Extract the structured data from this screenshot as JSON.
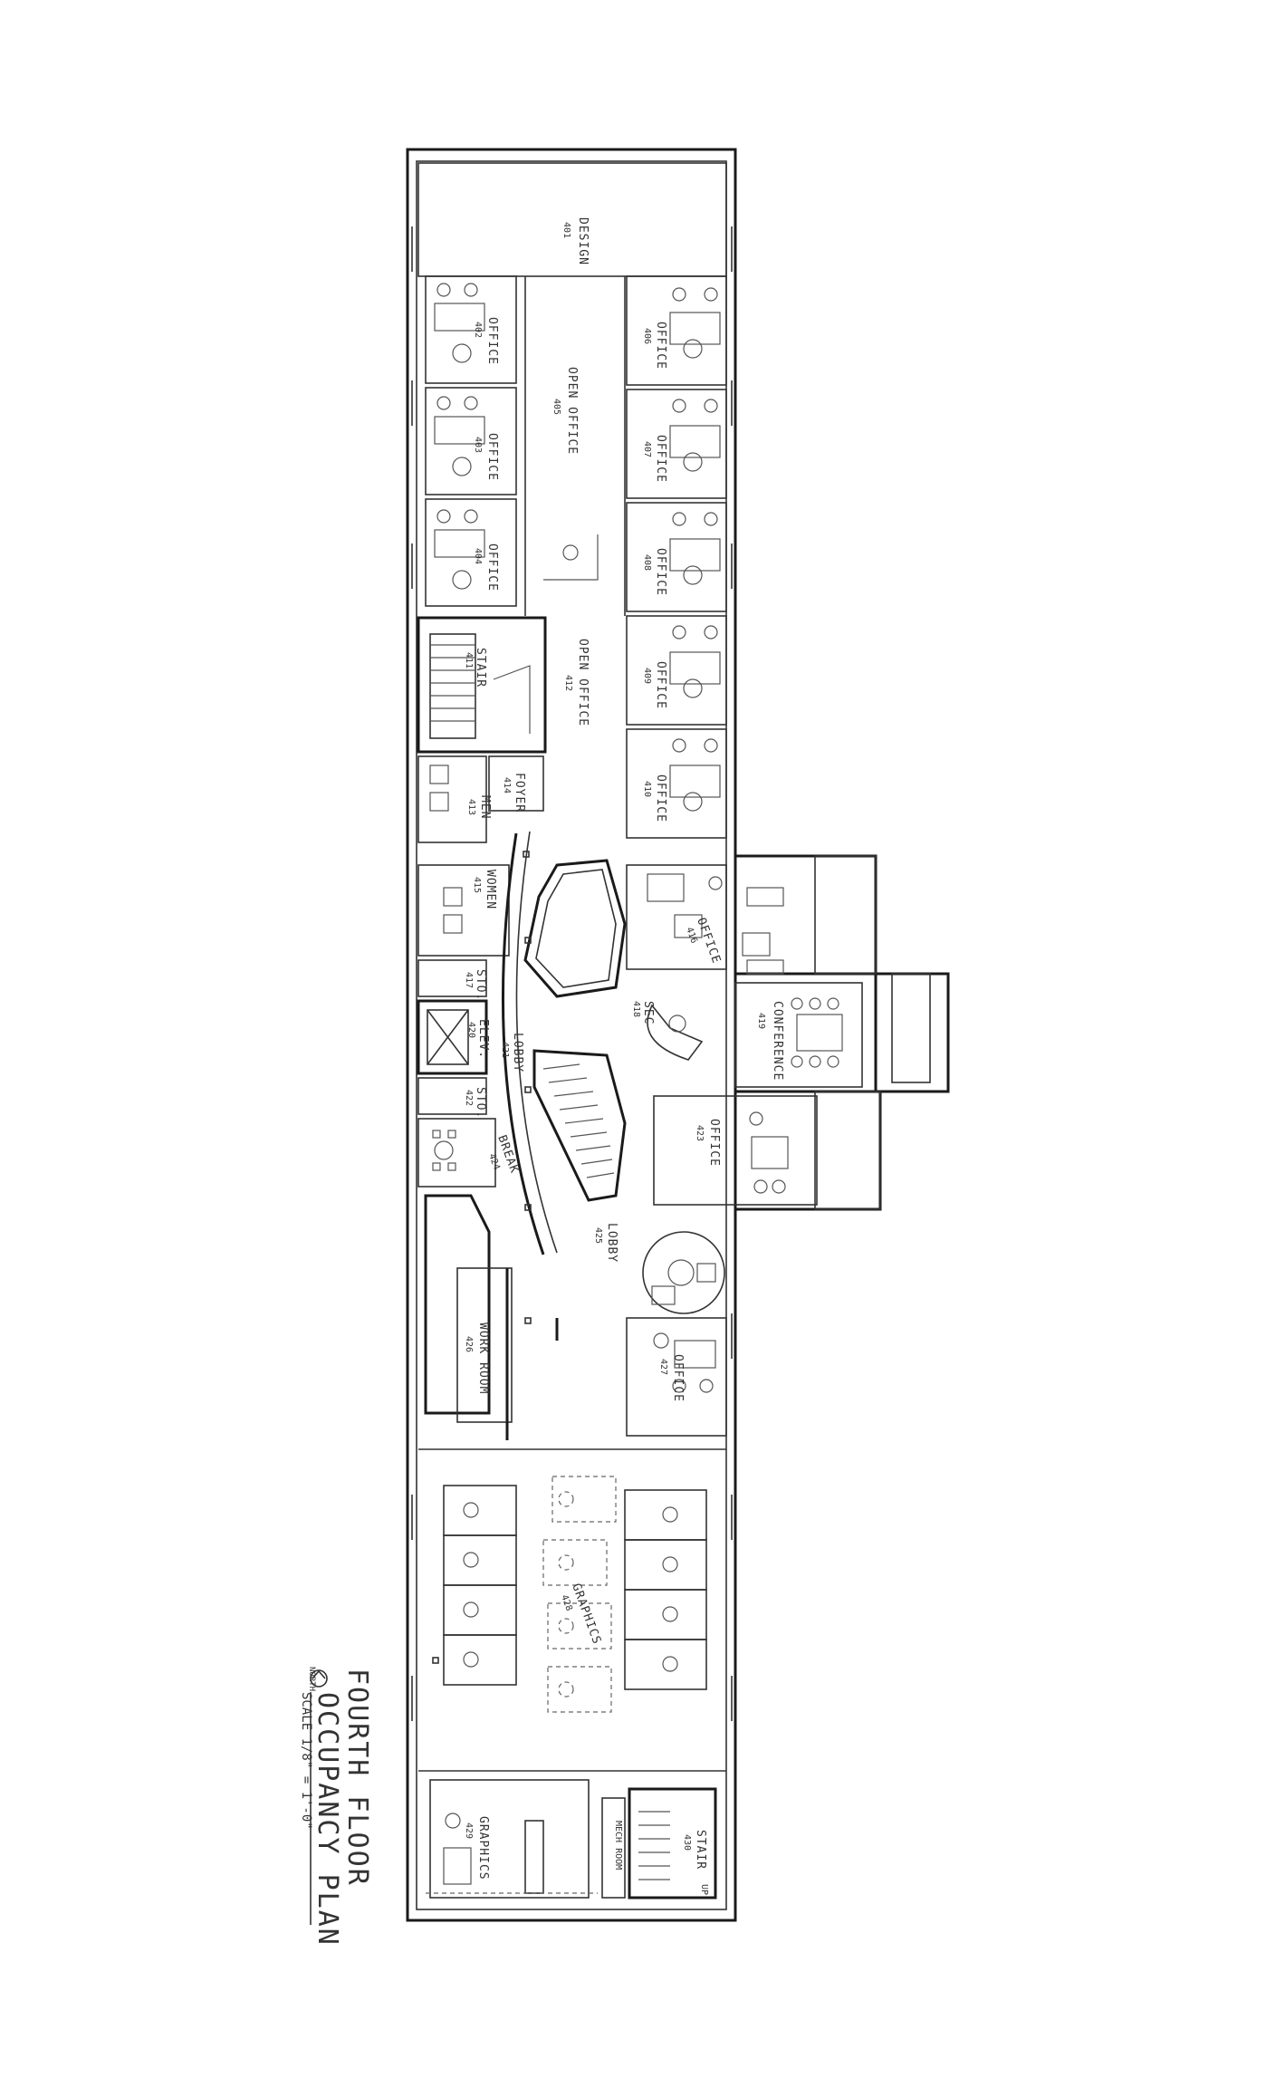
{
  "title_block": {
    "title_line1": "FOURTH FLOOR",
    "title_line2": "OCCUPANCY PLAN",
    "scale": "SCALE 1/8\" = 1'-0\"",
    "north_label": "NORTH"
  },
  "rooms": {
    "design": {
      "name": "DESIGN",
      "number": "401"
    },
    "office_a": {
      "name": "OFFICE",
      "number": "402"
    },
    "office_b": {
      "name": "OFFICE",
      "number": "403"
    },
    "office_c": {
      "name": "OFFICE",
      "number": "404"
    },
    "open_office_1": {
      "name": "OPEN OFFICE",
      "number": "405"
    },
    "office_d": {
      "name": "OFFICE",
      "number": "406"
    },
    "office_e": {
      "name": "OFFICE",
      "number": "407"
    },
    "office_f": {
      "name": "OFFICE",
      "number": "408"
    },
    "office_g": {
      "name": "OFFICE",
      "number": "409"
    },
    "office_h": {
      "name": "OFFICE",
      "number": "410"
    },
    "stair_1": {
      "name": "STAIR",
      "number": "411"
    },
    "open_office_2": {
      "name": "OPEN OFFICE",
      "number": "412"
    },
    "men": {
      "name": "MEN",
      "number": "413"
    },
    "foyer": {
      "name": "FOYER",
      "number": "414"
    },
    "women": {
      "name": "WOMEN",
      "number": "415"
    },
    "office_i": {
      "name": "OFFICE",
      "number": "416"
    },
    "sto_1": {
      "name": "STO.",
      "number": "417"
    },
    "sec": {
      "name": "SEC",
      "number": "418"
    },
    "conference": {
      "name": "CONFERENCE",
      "number": "419"
    },
    "elev": {
      "name": "ELEV.",
      "number": "420"
    },
    "lobby_1": {
      "name": "LOBBY",
      "number": "421"
    },
    "sto_2": {
      "name": "STO.",
      "number": "422"
    },
    "office_j": {
      "name": "OFFICE",
      "number": "423"
    },
    "break": {
      "name": "BREAK",
      "number": "424"
    },
    "lobby_2": {
      "name": "LOBBY",
      "number": "425"
    },
    "work_room": {
      "name": "WORK ROOM",
      "number": "426"
    },
    "office_k": {
      "name": "OFFICE",
      "number": "427"
    },
    "graphics_1": {
      "name": "GRAPHICS",
      "number": "428"
    },
    "graphics_2": {
      "name": "GRAPHICS",
      "number": "429"
    },
    "stair_2": {
      "name": "STAIR",
      "number": "430"
    },
    "mech": {
      "name": "MECH ROOM",
      "number": ""
    }
  },
  "annotations": {
    "up_marker": "UP",
    "conference_caption": "CONFERENCE"
  }
}
